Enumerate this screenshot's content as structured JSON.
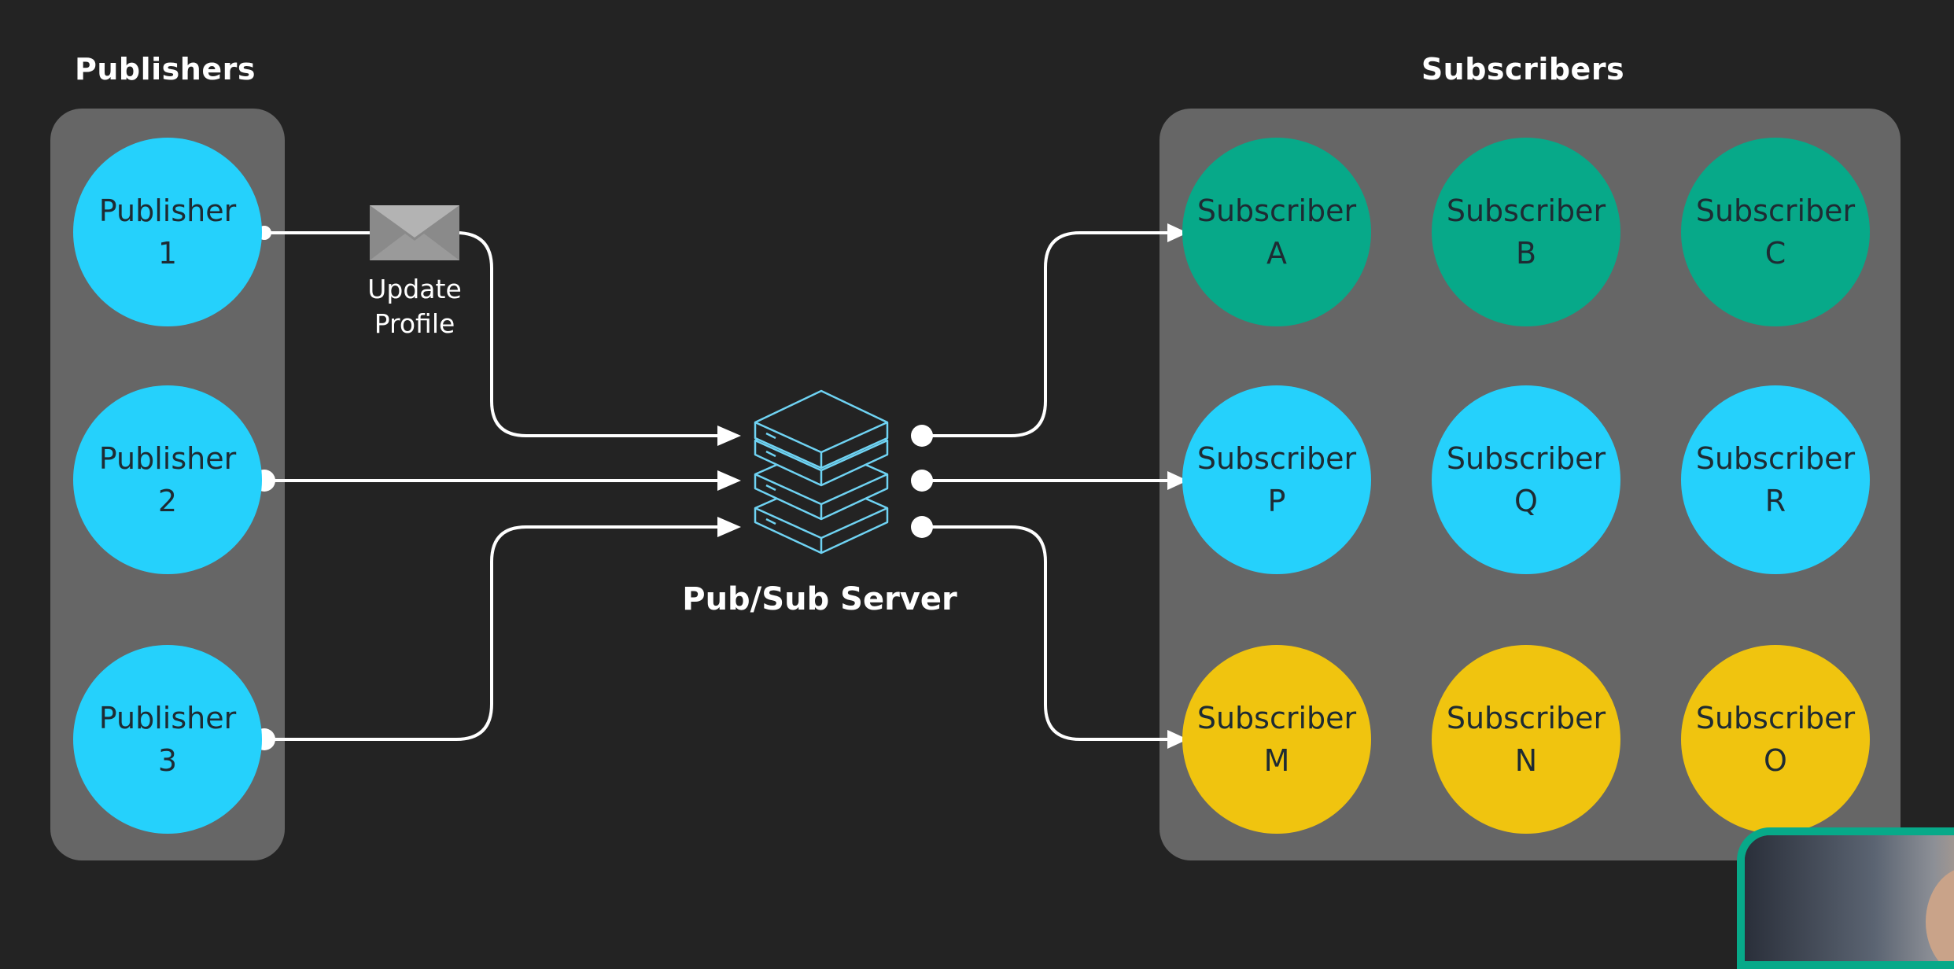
{
  "titles": {
    "publishers": "Publishers",
    "subscribers": "Subscribers"
  },
  "publishers": [
    {
      "line1": "Publisher",
      "line2": "1"
    },
    {
      "line1": "Publisher",
      "line2": "2"
    },
    {
      "line1": "Publisher",
      "line2": "3"
    }
  ],
  "subscribers": [
    {
      "line1": "Subscriber",
      "line2": "A"
    },
    {
      "line1": "Subscriber",
      "line2": "B"
    },
    {
      "line1": "Subscriber",
      "line2": "C"
    },
    {
      "line1": "Subscriber",
      "line2": "P"
    },
    {
      "line1": "Subscriber",
      "line2": "Q"
    },
    {
      "line1": "Subscriber",
      "line2": "R"
    },
    {
      "line1": "Subscriber",
      "line2": "M"
    },
    {
      "line1": "Subscriber",
      "line2": "N"
    },
    {
      "line1": "Subscriber",
      "line2": "O"
    }
  ],
  "message": {
    "line1": "Update",
    "line2": "Profile",
    "icon": "envelope-icon"
  },
  "server": {
    "label": "Pub/Sub Server",
    "icon": "server-stack-icon"
  },
  "colors": {
    "background": "#232323",
    "panel": "#666666",
    "publisher": "#25d1fc",
    "subscriber_green": "#07a989",
    "subscriber_blue": "#25d1fc",
    "subscriber_yellow": "#f0c40f",
    "wire": "#ffffff"
  }
}
